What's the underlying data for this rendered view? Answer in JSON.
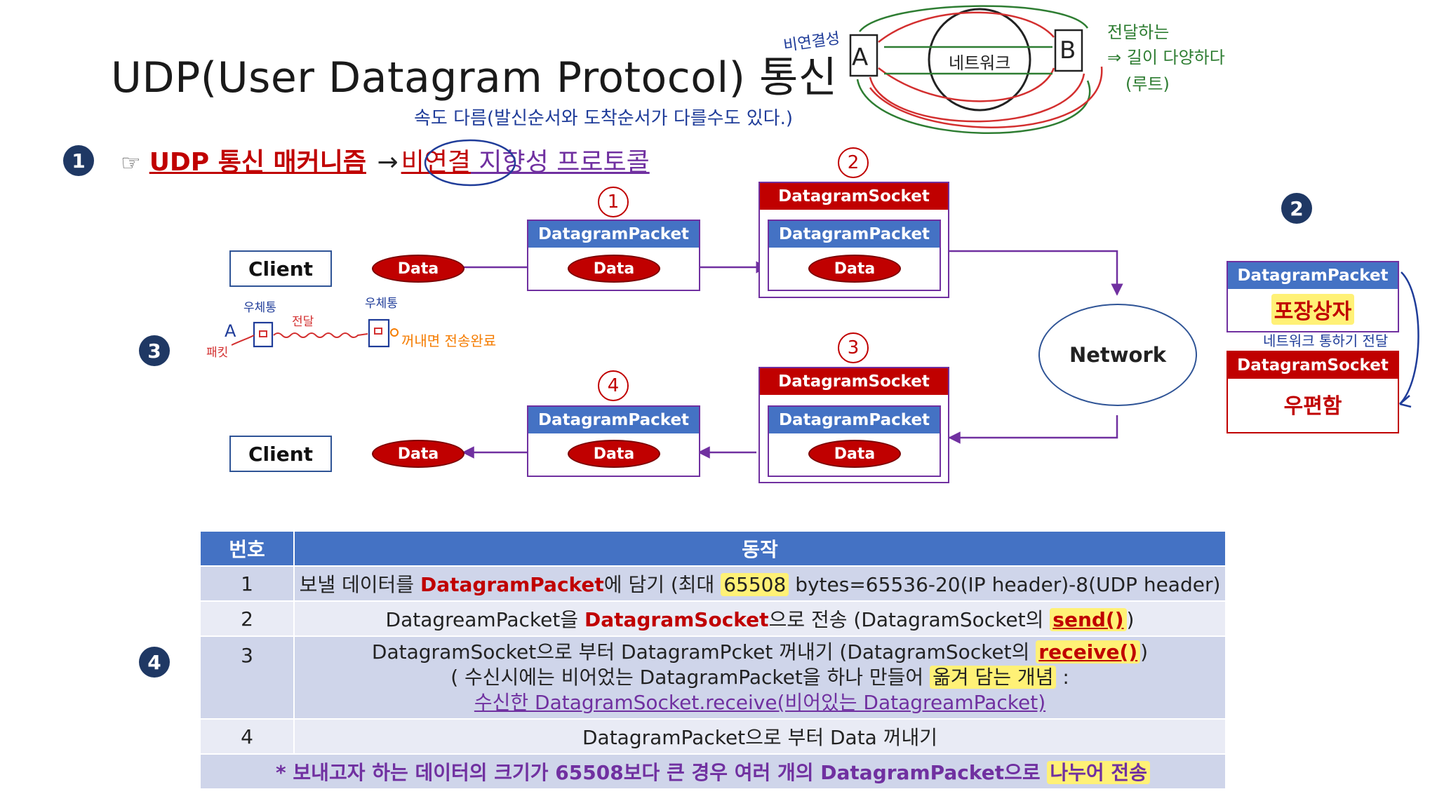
{
  "title": "UDP(User Datagram Protocol) 통신",
  "section_badges": [
    "1",
    "2",
    "3",
    "4"
  ],
  "step_numbers": [
    "1",
    "2",
    "3",
    "4"
  ],
  "mechanism": {
    "hand": "☞",
    "label": "UDP 통신 매커니즘",
    "arrow": "→",
    "highlight": "비연결",
    "rest": " 지향성 프로토콜"
  },
  "diagram": {
    "client_label": "Client",
    "data_label": "Data",
    "packet_label": "DatagramPacket",
    "socket_label": "DatagramSocket",
    "network_label": "Network"
  },
  "analogy": {
    "packet_label": "DatagramPacket",
    "packet_meaning": "포장상자",
    "socket_label": "DatagramSocket",
    "socket_meaning": "우편함",
    "note_between": "네트워크 통하기 전달"
  },
  "handwritten": {
    "connectionless": "비연결성",
    "node_a": "A",
    "node_b": "B",
    "network": "네트워크",
    "route_note_1": "전달하는",
    "route_note_2": "⇒ 길이 다양하다",
    "route_note_3": "(루트)",
    "speed_note": "속도 다름(발신순서와 도착순서가 다를수도 있다.)",
    "mailbox_1": "우체통",
    "mailbox_2": "우체통",
    "deliver": "전달",
    "sender": "A",
    "packet": "패킷",
    "received": "꺼내면 전송완료"
  },
  "table": {
    "headers": [
      "번호",
      "동작"
    ],
    "rows": [
      {
        "num": "1",
        "p1": "보낼 데이터를 ",
        "p2": "DatagramPacket",
        "p3": "에 담기 (최대 ",
        "p4": "65508",
        "p5": " bytes=65536-20(IP header)-8(UDP header)"
      },
      {
        "num": "2",
        "p1": "DatagreamPacket을 ",
        "p2": "DatagramSocket",
        "p3": "으로 전송 (DatagramSocket의 ",
        "p4": "send()",
        "p5": ")"
      },
      {
        "num": "3",
        "l1a": "DatagramSocket으로 부터 DatagramPcket 꺼내기 (DatagramSocket의 ",
        "l1b": "receive()",
        "l1c": ")",
        "l2a": "( 수신시에는 비어었는 DatagramPacket을 하나 만들어 ",
        "l2b": "옮겨 담는 개념",
        "l2c": " :",
        "l3": "수신한 DatagramSocket.receive(비어있는 DatagreamPacket)"
      },
      {
        "num": "4",
        "p1": "DatagramPacket으로 부터 Data 꺼내기"
      }
    ],
    "summary_a": "* 보내고자 하는 데이터의 크기가 65508보다 큰 경우 여러 개의 DatagramPacket으로 ",
    "summary_b": "나누어 전송"
  },
  "colors": {
    "packet_header": "#4472c4",
    "socket_header": "#c00000",
    "box_border": "#7030a0",
    "badge": "#1f3864",
    "table_header": "#4472c4",
    "row_dark": "#cfd5ea",
    "row_light": "#e9ebf5",
    "highlight": "#fff176"
  }
}
